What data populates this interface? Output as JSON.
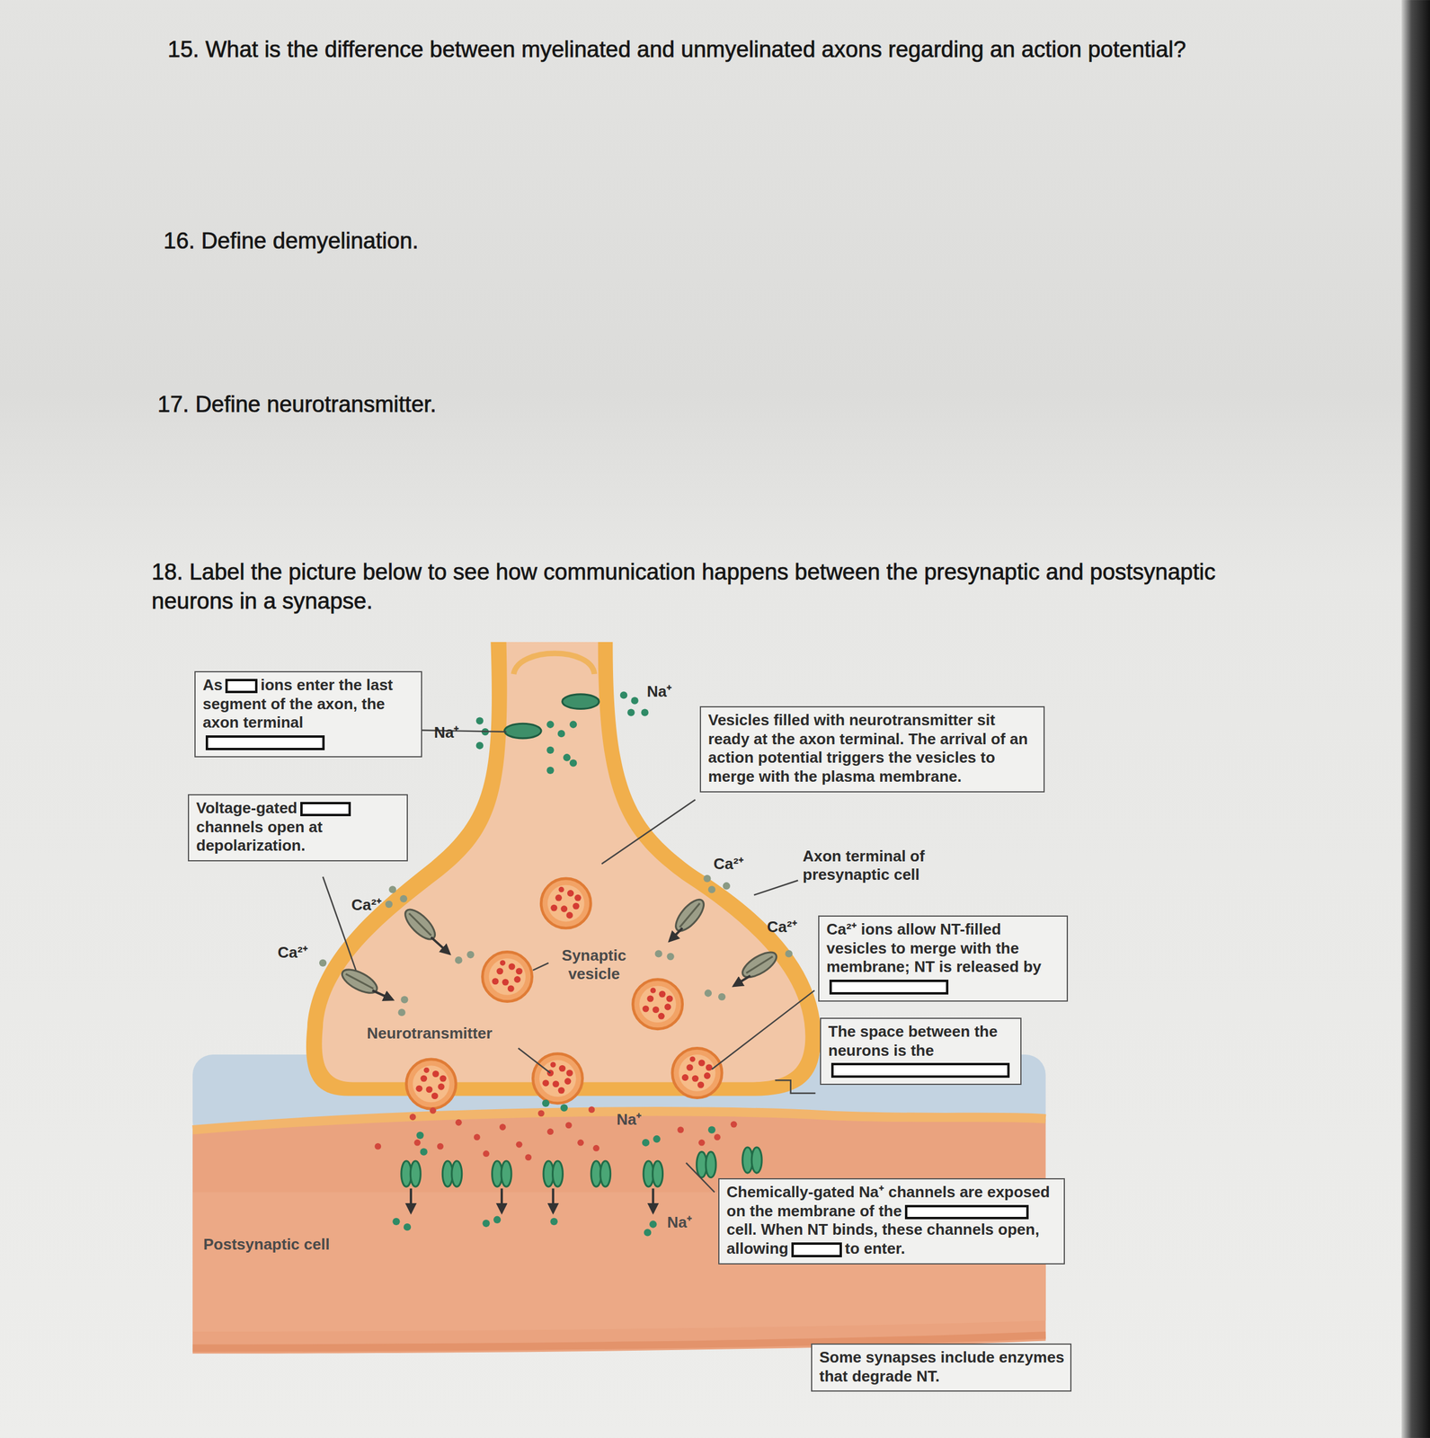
{
  "diagram": {
    "nodes": [
      {
        "text": [
          "As",
          "ions enter the last segment of the axon, the axon terminal"
        ]
      },
      {
        "text": [
          "Vesicles filled with neurotransmitter sit ready at the axon terminal. The arrival of an action potential triggers the vesicles to merge with the plasma membrane."
        ]
      },
      {
        "text": [
          "Voltage-gated",
          "channels open at depolarization."
        ]
      },
      {
        "text": [
          "Ca²⁺ ions allow NT-filled vesicles to merge with the membrane; NT is released by"
        ]
      },
      {
        "text": [
          "The space between the neurons is the"
        ]
      },
      {
        "text": [
          "Chemically-gated Na⁺ channels are exposed on the membrane of the",
          "cell. When NT binds, these channels open, allowing",
          "to enter."
        ]
      },
      {
        "text": [
          "Some synapses include enzymes that degrade NT."
        ]
      }
    ],
    "labels": [
      "15. What is the difference between myelinated and unmyelinated axons regarding an action potential?",
      "16. Define demyelination.",
      "17. Define neurotransmitter.",
      "18. Label the picture below to see how communication happens between the presynaptic and postsynaptic neurons in a synapse.",
      "Na⁺",
      "Na⁺",
      "Ca²⁺",
      "Axon terminal of presynaptic cell",
      "Ca²⁺",
      "Ca²⁺",
      "Ca²⁺",
      "Synaptic vesicle",
      "Neurotransmitter",
      "Na⁺",
      "Na⁺",
      "Postsynaptic cell"
    ]
  }
}
